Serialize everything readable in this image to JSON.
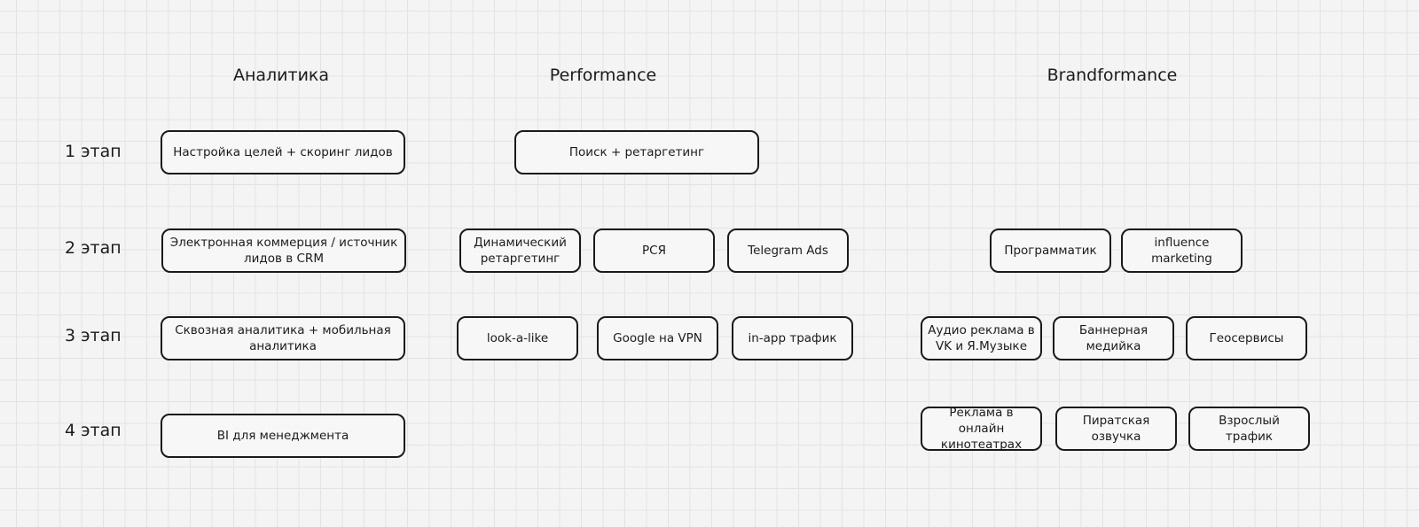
{
  "headers": {
    "analytics": "Аналитика",
    "performance": "Performance",
    "brandformance": "Brandformance"
  },
  "stages": {
    "s1": "1 этап",
    "s2": "2 этап",
    "s3": "3 этап",
    "s4": "4 этап"
  },
  "analytics": {
    "s1": "Настройка целей + скоринг лидов",
    "s2": "Электронная коммерция / источник лидов в CRM",
    "s3": "Сквозная аналитика + мобильная аналитика",
    "s4": "BI для менеджмента"
  },
  "performance": {
    "s1": "Поиск + ретаргетинг",
    "s2_a": "Динамический ретаргетинг",
    "s2_b": "РСЯ",
    "s2_c": "Telegram Ads",
    "s3_a": "look-a-like",
    "s3_b": "Google на VPN",
    "s3_c": "in-app трафик"
  },
  "brandformance": {
    "s2_a": "Программатик",
    "s2_b": "influence marketing",
    "s3_a": "Аудио реклама в VK и Я.Музыке",
    "s3_b": "Баннерная медийка",
    "s3_c": "Геосервисы",
    "s4_a": "Реклама в онлайн кинотеатрах",
    "s4_b": "Пиратская озвучка",
    "s4_c": "Взрослый трафик"
  }
}
